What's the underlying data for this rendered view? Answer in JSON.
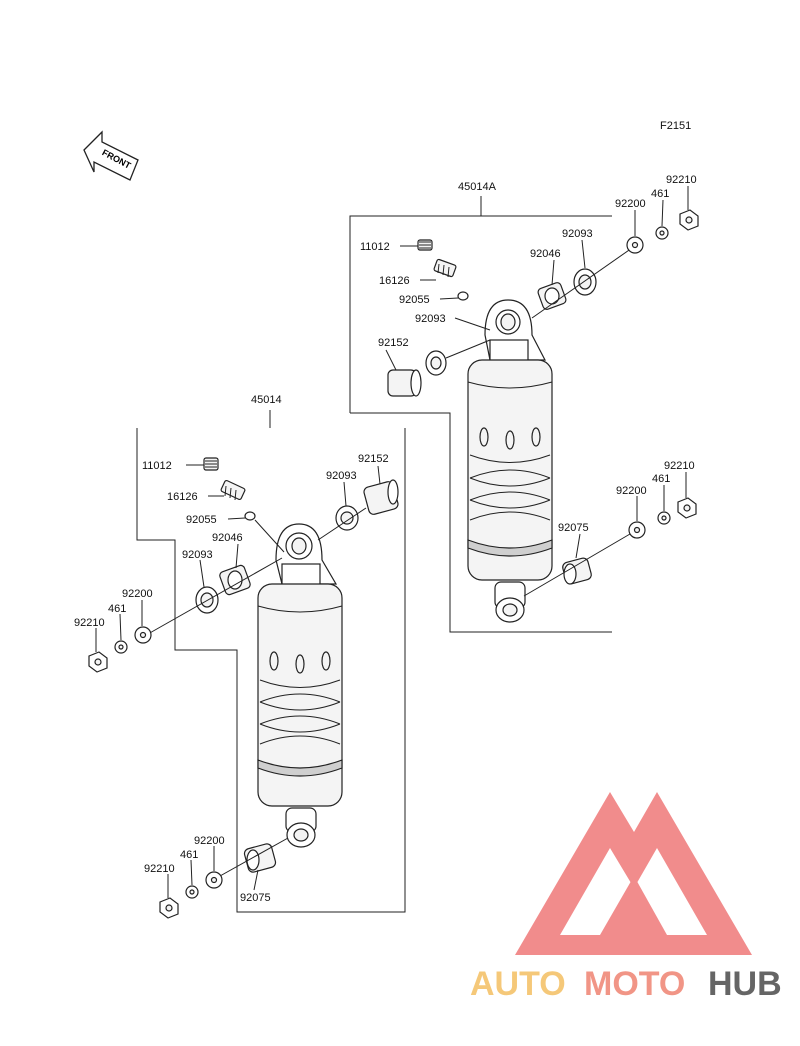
{
  "figure_code": "F2151",
  "front_arrow_text": "FRONT",
  "assemblies": [
    {
      "number": "45014A",
      "labels": {
        "spring_11012": "11012",
        "nipple_16126": "16126",
        "oring_92055": "92055",
        "seal_92093_lower": "92093",
        "collar_92152": "92152",
        "bearing_92046": "92046",
        "seal_92093_upper": "92093",
        "washer_92200_top": "92200",
        "washer_461_top": "461",
        "nut_92210_top": "92210",
        "bushing_92075": "92075",
        "washer_92200_bottom": "92200",
        "washer_461_bottom": "461",
        "nut_92210_bottom": "92210"
      }
    },
    {
      "number": "45014",
      "labels": {
        "spring_11012": "11012",
        "nipple_16126": "16126",
        "oring_92055": "92055",
        "seal_92093_right": "92093",
        "collar_92152": "92152",
        "bearing_92046": "92046",
        "seal_92093_left": "92093",
        "washer_92200_top": "92200",
        "washer_461_top": "461",
        "nut_92210_top": "92210",
        "washer_92200_bottom": "92200",
        "washer_461_bottom": "461",
        "nut_92210_bottom": "92210",
        "bushing_92075": "92075"
      }
    }
  ],
  "watermark": {
    "text_part1": "AUTO",
    "text_part2": "MOTO",
    "text_part3": "HUB",
    "colors": {
      "logo": "#f08080",
      "auto": "#f5c36b",
      "moto": "#f08a7a",
      "hub": "#555555"
    }
  }
}
